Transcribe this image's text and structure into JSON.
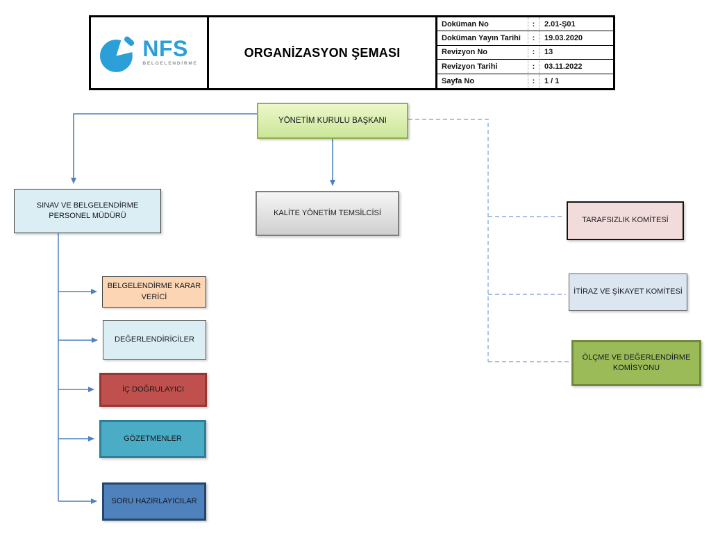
{
  "header": {
    "logo": {
      "name": "NFS",
      "subtitle": "BELGELENDİRME",
      "brand_color": "#2b9fd8"
    },
    "title": "ORGANİZASYON ŞEMASI",
    "doc_table": {
      "rows": [
        {
          "label": "Doküman No",
          "sep": ":",
          "value": "2.01-Ş01"
        },
        {
          "label": "Doküman Yayın Tarihi",
          "sep": ":",
          "value": "19.03.2020"
        },
        {
          "label": "Revizyon No",
          "sep": ":",
          "value": "13"
        },
        {
          "label": "Revizyon Tarihi",
          "sep": ":",
          "value": "03.11.2022"
        },
        {
          "label": "Sayfa No",
          "sep": ":",
          "value": "1 / 1"
        }
      ]
    }
  },
  "diagram": {
    "nodes": {
      "root": {
        "label": "YÖNETİM KURULU BAŞKANI",
        "fill": "#d9eda8",
        "border": "#8fae56"
      },
      "sinav": {
        "label": "SINAV VE BELGELENDİRME PERSONEL MÜDÜRÜ",
        "fill": "#daeef3",
        "border": "#404040"
      },
      "kalite": {
        "label": "KALİTE YÖNETİM TEMSİLCİSİ",
        "fill": "#e3e3e3",
        "border": "#7f7f7f"
      },
      "taraf": {
        "label": "TARAFSIZLIK KOMİTESİ",
        "fill": "#f2dcdb",
        "border": "#141414"
      },
      "itiraz": {
        "label": "İTİRAZ VE ŞİKAYET KOMİTESİ",
        "fill": "#dce6f1",
        "border": "#595959"
      },
      "olcme": {
        "label": "ÖLÇME VE DEĞERLENDİRME KOMİSYONU",
        "fill": "#9bbb59",
        "border": "#6e8b3d"
      },
      "karar": {
        "label": "BELGELENDİRME KARAR VERİCİ",
        "fill": "#fcd5b4",
        "border": "#404040"
      },
      "deger": {
        "label": "DEĞERLENDİRİCİLER",
        "fill": "#daeef3",
        "border": "#595959"
      },
      "ic": {
        "label": "İÇ DOĞRULAYICI",
        "fill": "#c0504d",
        "border": "#943634"
      },
      "goz": {
        "label": "GÖZETMENLER",
        "fill": "#4bacc6",
        "border": "#2e7d99"
      },
      "soru": {
        "label": "SORU HAZIRLAYICILAR",
        "fill": "#4f81bd",
        "border": "#25466b"
      }
    },
    "links": [
      {
        "from": "root",
        "to": "sinav",
        "style": "solid-arrow"
      },
      {
        "from": "root",
        "to": "kalite",
        "style": "solid-arrow"
      },
      {
        "from": "root",
        "to": "taraf",
        "style": "dashed"
      },
      {
        "from": "root",
        "to": "itiraz",
        "style": "dashed"
      },
      {
        "from": "root",
        "to": "olcme",
        "style": "dashed"
      },
      {
        "from": "sinav",
        "to": "karar",
        "style": "solid-arrow"
      },
      {
        "from": "sinav",
        "to": "deger",
        "style": "solid-arrow"
      },
      {
        "from": "sinav",
        "to": "ic",
        "style": "solid-arrow"
      },
      {
        "from": "sinav",
        "to": "goz",
        "style": "solid-arrow"
      },
      {
        "from": "sinav",
        "to": "soru",
        "style": "solid-arrow"
      }
    ],
    "connector_colors": {
      "solid": "#4f81bd",
      "dashed": "#8aaede"
    }
  }
}
